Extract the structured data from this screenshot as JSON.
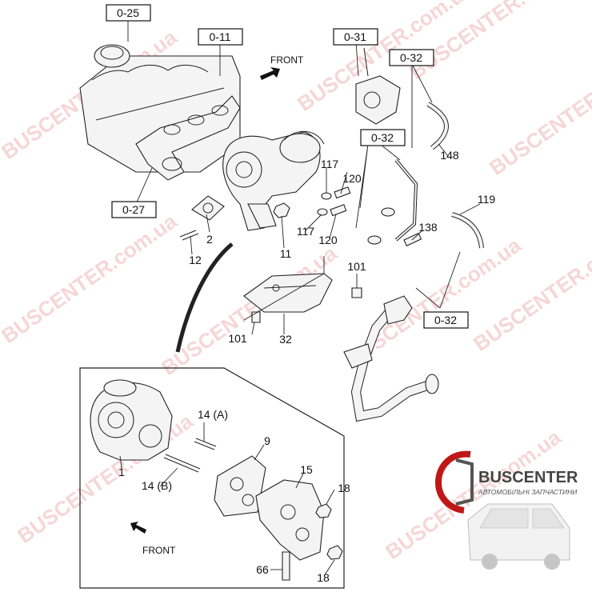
{
  "watermark": {
    "text": "BUSCENTER.com.ua",
    "color": "#e07070"
  },
  "logo": {
    "brand": "BUSCENTER",
    "tagline": "АВТОМОБІЛЬНІ ЗАПЧАСТИНИ",
    "accent_color": "#c01818"
  },
  "refs": {
    "r025": "0-25",
    "r011": "0-11",
    "r031": "0-31",
    "r032a": "0-32",
    "r032b": "0-32",
    "r032c": "0-32",
    "r027": "0-27"
  },
  "arrows": {
    "front_top": "FRONT",
    "front_bottom": "FRONT"
  },
  "parts": {
    "p2": "2",
    "p12": "12",
    "p11": "11",
    "p117a": "117",
    "p117b": "117",
    "p120a": "120",
    "p120b": "120",
    "p148": "148",
    "p119": "119",
    "p138": "138",
    "p101a": "101",
    "p101b": "101",
    "p32": "32",
    "p14a": "14 (A)",
    "p14b": "14 (B)",
    "p9": "9",
    "p1": "1",
    "p15": "15",
    "p18a": "18",
    "p18b": "18",
    "p66": "66"
  }
}
